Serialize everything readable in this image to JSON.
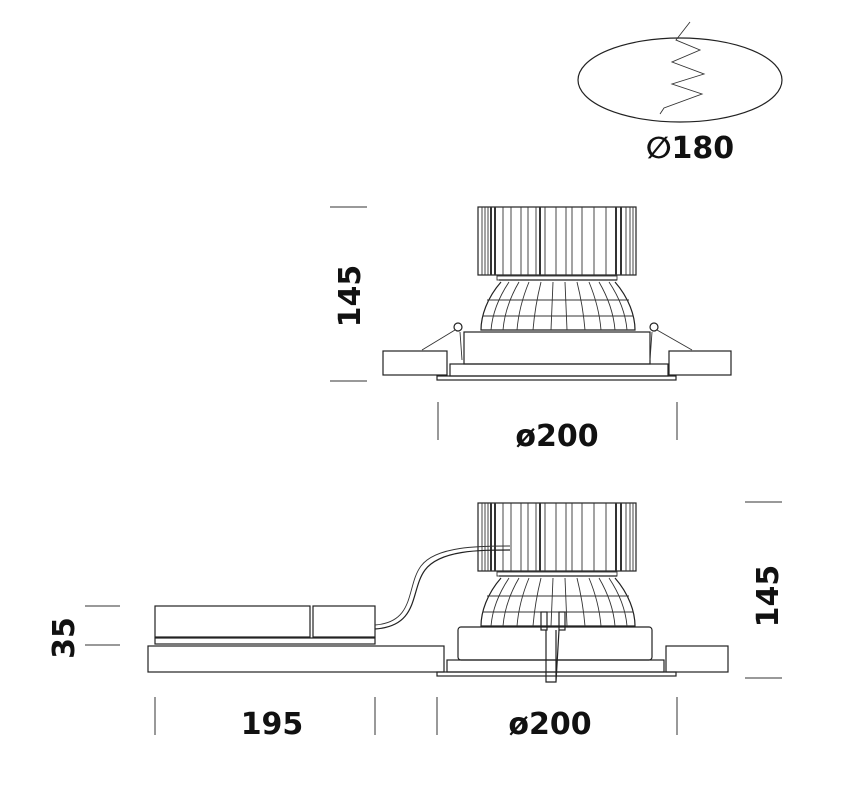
{
  "cutout": {
    "label": "∅180"
  },
  "top_view": {
    "height_label": "145",
    "diameter_label": "ø200"
  },
  "bottom_view": {
    "driver_height_label": "35",
    "driver_length_label": "195",
    "height_label": "145",
    "diameter_label": "ø200"
  },
  "colors": {
    "line": "#222222",
    "background": "#ffffff"
  }
}
